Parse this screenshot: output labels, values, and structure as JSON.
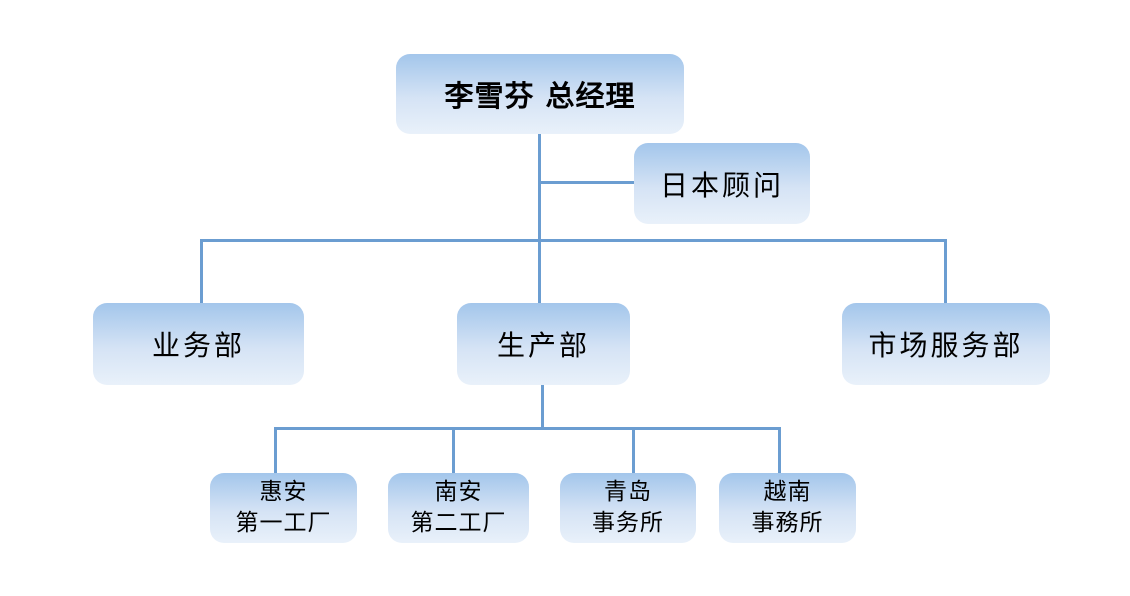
{
  "org_chart": {
    "root": {
      "label": "李雪芬 总经理"
    },
    "advisor": {
      "label": "日本顾问"
    },
    "departments": [
      {
        "label": "业务部"
      },
      {
        "label": "生产部"
      },
      {
        "label": "市场服务部"
      }
    ],
    "production_units": [
      {
        "line1": "惠安",
        "line2": "第一工厂"
      },
      {
        "line1": "南安",
        "line2": "第二工厂"
      },
      {
        "line1": "青岛",
        "line2": "事务所"
      },
      {
        "line1": "越南",
        "line2": "事務所"
      }
    ],
    "colors": {
      "connector": "#6B9DD1",
      "node_gradient_top": "#A3C6EB",
      "node_gradient_mid": "#D5E3F5",
      "node_gradient_bottom": "#E9F1FA",
      "text": "#000000",
      "background": "#FFFFFF"
    }
  }
}
